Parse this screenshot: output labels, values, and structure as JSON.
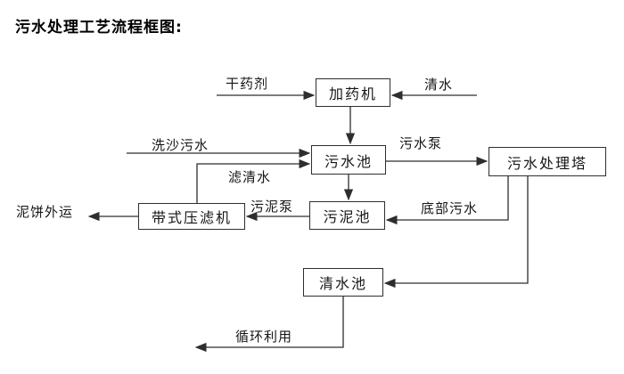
{
  "title": "污水处理工艺流程框图:",
  "colors": {
    "background": "#ffffff",
    "line": "#2e2e2e",
    "text": "#161616",
    "box_fill": "#ffffff"
  },
  "nodes": {
    "dosing_machine": {
      "label": "加药机"
    },
    "sewage_pool": {
      "label": "污水池"
    },
    "sewage_treatment_tower": {
      "label": "污水处理塔"
    },
    "sludge_pool": {
      "label": "污泥池"
    },
    "belt_filter_press": {
      "label": "带式压滤机"
    },
    "clean_water_pool": {
      "label": "清水池"
    }
  },
  "edge_labels": {
    "dry_agent": "干药剂",
    "clean_water": "清水",
    "sand_washing_sewage": "洗沙污水",
    "filtered_water": "滤清水",
    "sewage_pump": "污水泵",
    "sludge_pump": "污泥泵",
    "bottom_sewage": "底部污水",
    "mud_cake_outbound": "泥饼外运",
    "recycle_use": "循环利用"
  }
}
